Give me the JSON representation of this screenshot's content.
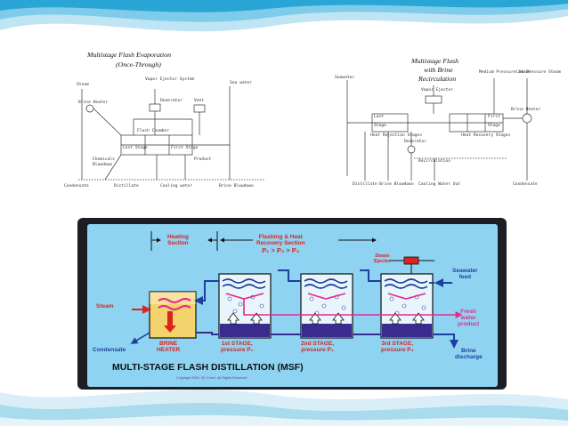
{
  "slide": {
    "accent_color": "#2aa6d6"
  },
  "left_diagram": {
    "title_line1": "Multistage Flash Evaporation",
    "title_line2": "(Once-Through)",
    "labels": [
      "Steam",
      "Brine Heater",
      "Vapor Ejector System",
      "Sea water",
      "Condensate",
      "Distillate",
      "Cooling water",
      "Brine Blowdown",
      "Deaerator",
      "Vent",
      "Flash Chamber",
      "Last Stage",
      "First Stage",
      "Chemicals",
      "Product",
      "Blowdown"
    ]
  },
  "right_diagram": {
    "title_line1": "Multistage Flash",
    "title_line2": "with Brine",
    "title_line3": "Recirculation",
    "labels": [
      "Seawater",
      "Vapor Ejector",
      "Heat Rejection Stages",
      "Heat Recovery Stages",
      "Brine Heater",
      "Medium Pressure Steam",
      "Low Pressure Steam",
      "Deaerator",
      "Recirculation",
      "Distillate",
      "Brine Blowdown",
      "Cooling Water Out",
      "Condensate",
      "Last",
      "First",
      "Stage",
      "Stage"
    ]
  },
  "msf": {
    "heating_section_line1": "Heating",
    "heating_section_line2": "Section",
    "flashing_line1": "Flashing & Heat",
    "flashing_line2": "Recovery Section",
    "pressure_order": "P₁ > P₂ > P₃",
    "steam_ejector_line1": "Steam",
    "steam_ejector_line2": "Ejector",
    "seawater_feed_line1": "Seawater",
    "seawater_feed_line2": "feed",
    "steam": "Steam",
    "fresh_water_line1": "Fresh",
    "fresh_water_line2": "water",
    "fresh_water_line3": "product",
    "condensate": "Condensate",
    "brine_heater_line1": "BRINE",
    "brine_heater_line2": "HEATER",
    "stage1_line1": "1st STAGE,",
    "stage1_line2": "pressure P₁",
    "stage2_line1": "2nd STAGE,",
    "stage2_line2": "pressure P₂",
    "stage3_line1": "3rd STAGE,",
    "stage3_line2": "pressure P₃",
    "brine_discharge_line1": "Brine",
    "brine_discharge_line2": "discharge",
    "title": "MULTI-STAGE FLASH DISTILLATION (MSF)",
    "copyright": "Copyright 2000, SK Chem. All Rights Reserved",
    "colors": {
      "frame": "#1d1e24",
      "panel": "#8fd3f2",
      "steam_red": "#d9251d",
      "water_blue": "#1f3e9e",
      "product_pink": "#e5298a",
      "brine_purple": "#3b2b8f"
    }
  }
}
